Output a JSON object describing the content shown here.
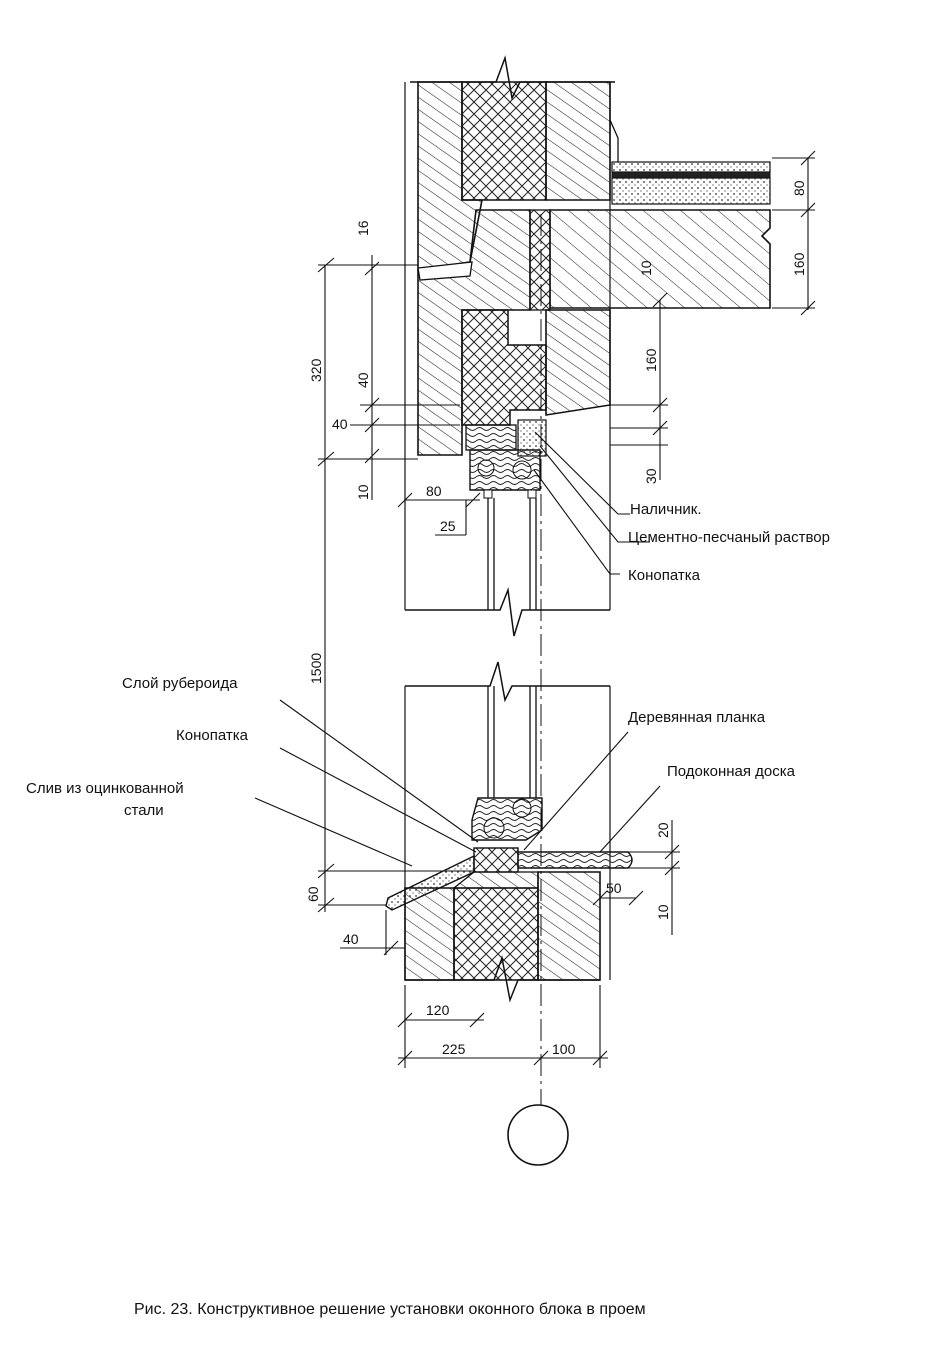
{
  "labels": {
    "nalichnik": "Наличник.",
    "rastvor": "Цементно-песчаный раствор",
    "konopatka_top": "Конопатка",
    "ruberoid": "Слой рубероида",
    "konopatka_bottom": "Конопатка",
    "sliv_line1": "Слив из оцинкованной",
    "sliv_line2": "стали",
    "planka": "Деревянная планка",
    "podokonnaya": "Подоконная доска"
  },
  "dimensions": {
    "d16": "16",
    "d80_slab": "80",
    "d160_slab": "160",
    "d10_top": "10",
    "d320": "320",
    "d40_a": "40",
    "d40_b": "40",
    "d160_mid": "160",
    "d30": "30",
    "d10_left": "10",
    "d80_frame": "80",
    "d25": "25",
    "d1500": "1500",
    "d20": "20",
    "d60": "60",
    "d50": "50",
    "d10_right": "10",
    "d40_sill": "40",
    "d120": "120",
    "d225": "225",
    "d100": "100"
  },
  "caption": "Рис. 23.  Конструктивное решение установки оконного блока в проем"
}
